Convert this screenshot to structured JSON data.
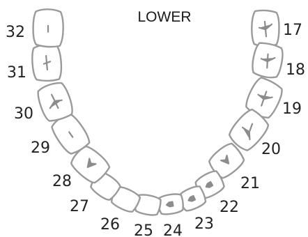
{
  "title": "LOWER",
  "colors": {
    "outline": "#9a9a9a",
    "mark": "#8c8c8c",
    "text": "#222222"
  },
  "teeth": [
    {
      "number": "17",
      "mark": "molar"
    },
    {
      "number": "18",
      "mark": "molar"
    },
    {
      "number": "19",
      "mark": "molar"
    },
    {
      "number": "20",
      "mark": "premolar-branch"
    },
    {
      "number": "21",
      "mark": "premolar-arrow"
    },
    {
      "number": "22",
      "mark": "canine-notch"
    },
    {
      "number": "23",
      "mark": "incisor-notch"
    },
    {
      "number": "24",
      "mark": "incisor-notch"
    },
    {
      "number": "25",
      "mark": "none"
    },
    {
      "number": "26",
      "mark": "none"
    },
    {
      "number": "27",
      "mark": "none"
    },
    {
      "number": "28",
      "mark": "premolar-arrow"
    },
    {
      "number": "29",
      "mark": "dash"
    },
    {
      "number": "30",
      "mark": "molar"
    },
    {
      "number": "31",
      "mark": "molar-slim"
    },
    {
      "number": "32",
      "mark": "dash"
    }
  ]
}
